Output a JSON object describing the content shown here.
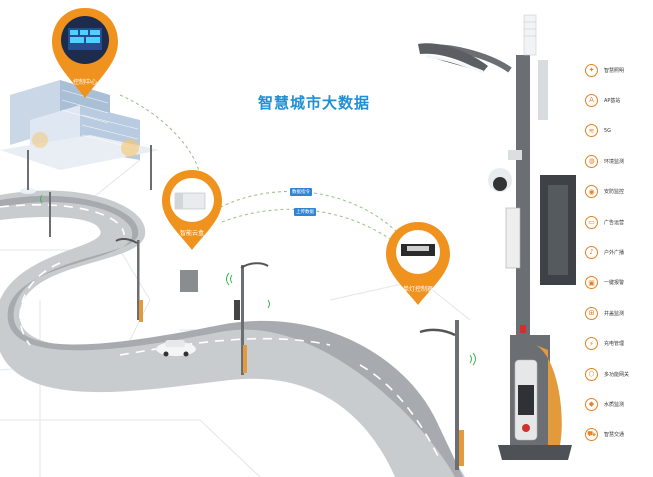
{
  "title": "智慧城市大数据",
  "pins": {
    "control_center": "控制中心",
    "smart_cloud_box": "智能云盒",
    "single_light_controller": "单灯控制器"
  },
  "links": {
    "downlink": "数据指令",
    "uplink": "上传数据"
  },
  "features": [
    {
      "icon": "lightbulb-icon",
      "glyph": "✦",
      "label": "智慧照明"
    },
    {
      "icon": "ap-icon",
      "glyph": "A",
      "label": "AP基站"
    },
    {
      "icon": "wifi-icon",
      "glyph": "≋",
      "label": "5G"
    },
    {
      "icon": "environment-icon",
      "glyph": "◍",
      "label": "环境监测"
    },
    {
      "icon": "camera-icon",
      "glyph": "◉",
      "label": "安防监控"
    },
    {
      "icon": "billboard-icon",
      "glyph": "▭",
      "label": "广告运营"
    },
    {
      "icon": "speaker-icon",
      "glyph": "♪",
      "label": "户外广播"
    },
    {
      "icon": "alarm-icon",
      "glyph": "▣",
      "label": "一键报警"
    },
    {
      "icon": "manhole-icon",
      "glyph": "⊞",
      "label": "井盖监测"
    },
    {
      "icon": "charging-icon",
      "glyph": "⚡",
      "label": "充电管理"
    },
    {
      "icon": "gateway-icon",
      "glyph": "⬡",
      "label": "多功能网关"
    },
    {
      "icon": "water-icon",
      "glyph": "◆",
      "label": "水质监测"
    },
    {
      "icon": "traffic-icon",
      "glyph": "⛟",
      "label": "智慧交通"
    }
  ],
  "colors": {
    "accent_orange": "#f0921e",
    "title_blue": "#1f8fd6",
    "pole_gray": "#6b6e72",
    "road_gray": "#8f9397"
  }
}
